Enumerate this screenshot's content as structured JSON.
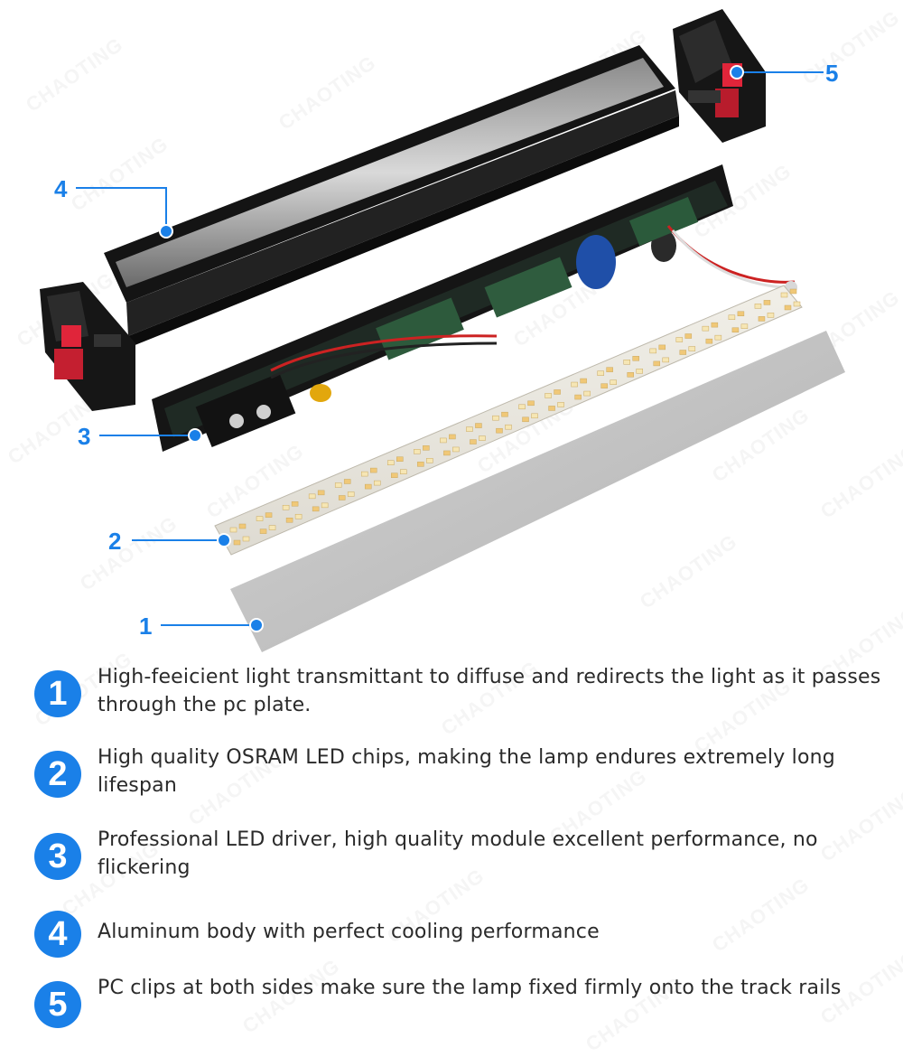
{
  "brand": {
    "watermark": "CHAOTING"
  },
  "colors": {
    "accent": "#1a80e8",
    "text": "#2a2a2a",
    "body_black": "#1c1c1c",
    "clip_red": "#e0253a"
  },
  "callouts": [
    {
      "number": "5",
      "part": "end clip"
    },
    {
      "number": "4",
      "part": "aluminum body"
    },
    {
      "number": "3",
      "part": "driver"
    },
    {
      "number": "2",
      "part": "LED strip"
    },
    {
      "number": "1",
      "part": "pc plate"
    }
  ],
  "features": [
    {
      "number": "1",
      "text": "High-feeicient light transmittant to diffuse and redirects the light as it passes through the pc plate."
    },
    {
      "number": "2",
      "text": "High quality OSRAM LED chips, making the lamp endures extremely long lifespan"
    },
    {
      "number": "3",
      "text": "Professional LED driver, high quality module excellent performance, no flickering"
    },
    {
      "number": "4",
      "text": "Aluminum body with perfect cooling performance"
    },
    {
      "number": "5",
      "text": "PC clips at both sides make sure the lamp fixed firmly onto the track rails"
    }
  ]
}
